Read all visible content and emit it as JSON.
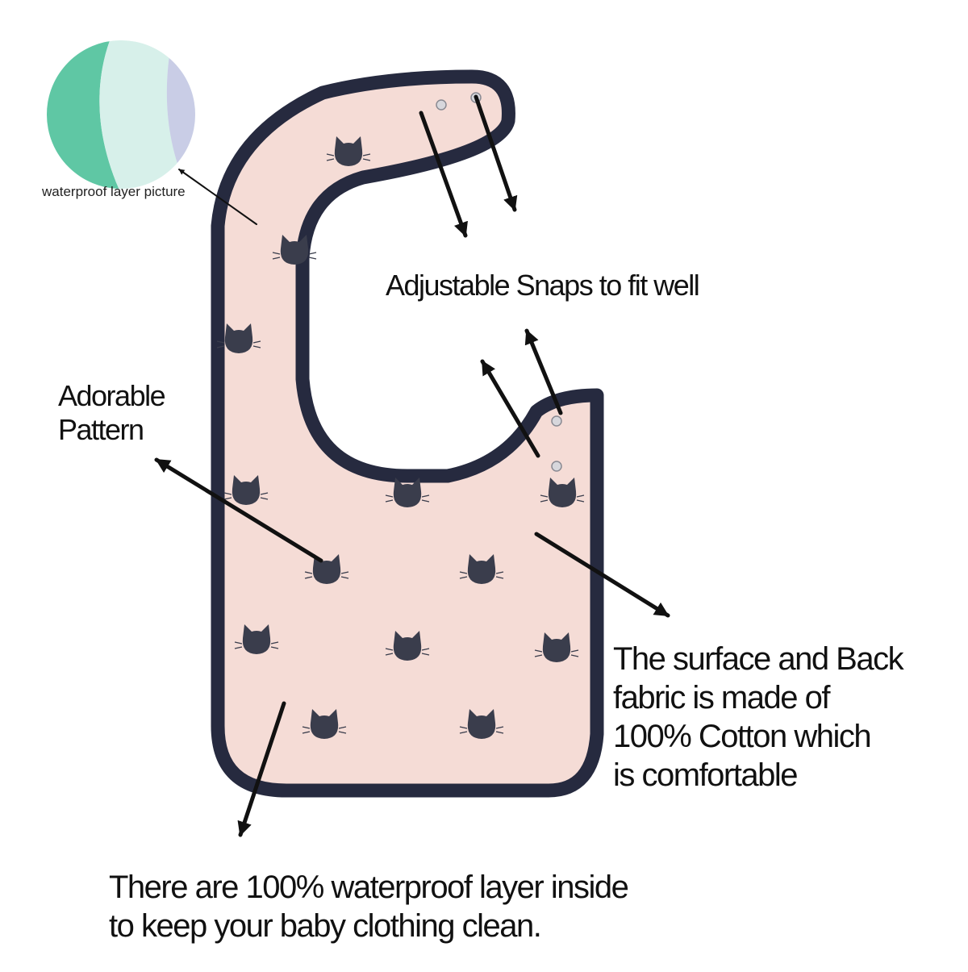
{
  "colors": {
    "bib_fill": "#f5dcd6",
    "binding": "#262a3f",
    "cat": "#3a3d4c",
    "snap": "#d7d7dc",
    "arrow": "#111111",
    "swatch_green": "#5fc7a4",
    "swatch_light": "#d7f0ea"
  },
  "icons": [
    "cat-face-icon",
    "snap-button-icon",
    "arrow-icon",
    "waterproof-swatch-icon"
  ],
  "labels": {
    "waterproof_picture": "waterproof layer picture",
    "snaps": "Adjustable Snaps to fit well",
    "pattern": [
      "Adorable",
      "Pattern"
    ],
    "cotton": [
      "The surface and Back",
      "fabric is made of",
      "100% Cotton which",
      "is comfortable"
    ],
    "layer": [
      "There are 100% waterproof layer inside",
      "to keep your baby clothing  clean."
    ]
  }
}
